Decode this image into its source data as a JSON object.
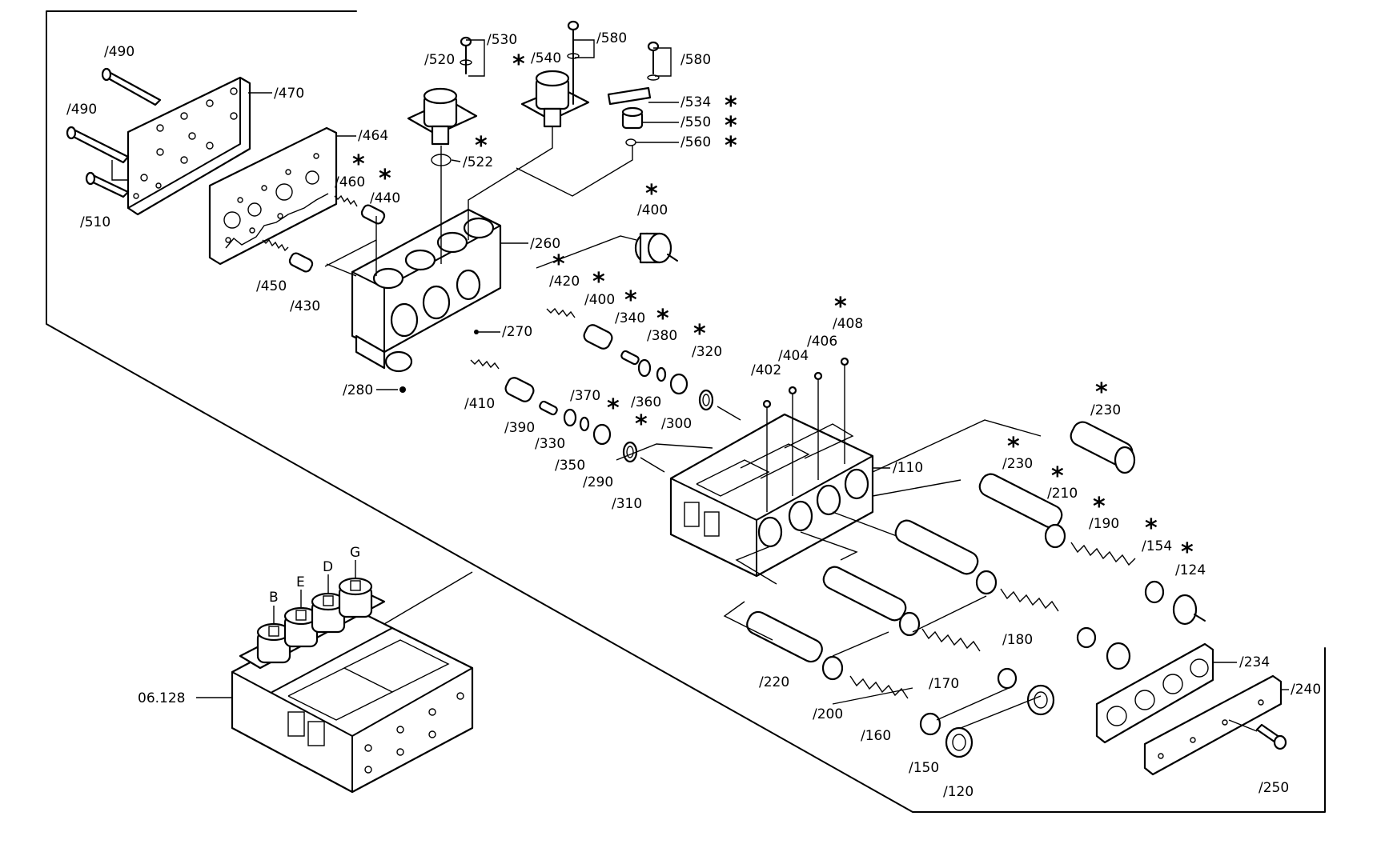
{
  "labels": {
    "p490a": "/490",
    "p490b": "/490",
    "p510": "/510",
    "p470": "/470",
    "p464": "/464",
    "p460": "/460",
    "p440": "/440",
    "p450": "/450",
    "p430": "/430",
    "p520": "/520",
    "p530": "/530",
    "p540": "/540",
    "p522": "/522",
    "p580a": "/580",
    "p580b": "/580",
    "p534": "/534",
    "p550": "/550",
    "p560": "/560",
    "p260": "/260",
    "p270": "/270",
    "p280": "/280",
    "p400a": "/400",
    "p420": "/420",
    "p400b": "/400",
    "p340": "/340",
    "p380": "/380",
    "p320": "/320",
    "p360": "/360",
    "p300": "/300",
    "p410": "/410",
    "p390": "/390",
    "p330": "/330",
    "p370": "/370",
    "p350": "/350",
    "p290": "/290",
    "p310": "/310",
    "p402": "/402",
    "p404": "/404",
    "p406": "/406",
    "p408": "/408",
    "p110": "/110",
    "p230a": "/230",
    "p230b": "/230",
    "p210": "/210",
    "p190": "/190",
    "p154": "/154",
    "p124": "/124",
    "p180": "/180",
    "p170": "/170",
    "p220": "/220",
    "p200": "/200",
    "p160": "/160",
    "p150": "/150",
    "p120": "/120",
    "p234": "/234",
    "p240": "/240",
    "p250": "/250",
    "assembly": "06.128",
    "B": "B",
    "E": "E",
    "D": "D",
    "G": "G"
  },
  "asterisk": "*"
}
